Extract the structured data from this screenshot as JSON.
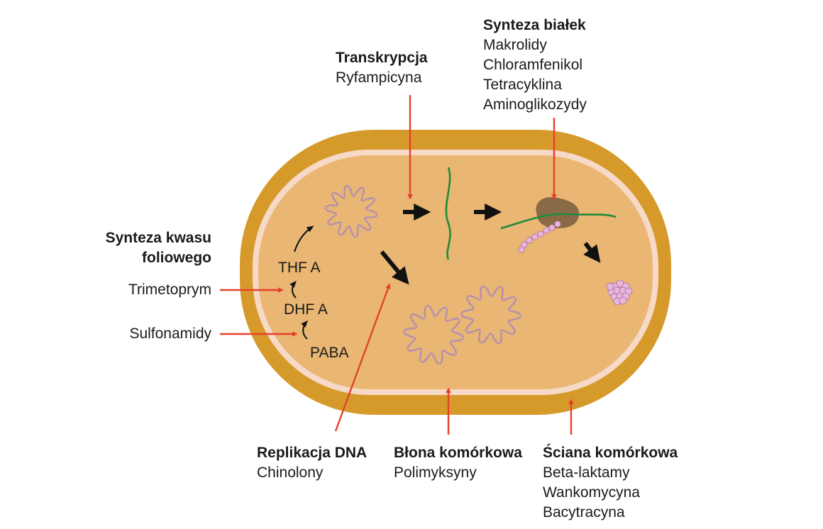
{
  "colors": {
    "cell_wall": "#d69a2b",
    "membrane": "#f6d9c6",
    "cytoplasm": "#e9b673",
    "inhibitor_arrow": "#e5402a",
    "process_arrow": "#111111",
    "dna": "#b58fb0",
    "mrna": "#1f8a3c",
    "ribosome": "#8a6a46",
    "protein": "#e7b6dc"
  },
  "icons": [
    "plasmid-dna-icon",
    "mrna-icon",
    "ribosome-icon",
    "protein-chain-icon",
    "protein-cluster-icon"
  ],
  "groups": {
    "transcription": {
      "title": "Transkrypcja",
      "items": [
        "Ryfampicyna"
      ]
    },
    "protein_synthesis": {
      "title": "Synteza białek",
      "items": [
        "Makrolidy",
        "Chloramfenikol",
        "Tetracyklina",
        "Aminoglikozydy"
      ]
    },
    "folate": {
      "title_line1": "Synteza kwasu",
      "title_line2": "foliowego"
    },
    "folate_inhibitors": {
      "trimethoprim": "Trimetoprym",
      "sulfonamides": "Sulfonamidy"
    },
    "dna_replication": {
      "title": "Replikacja DNA",
      "items": [
        "Chinolony"
      ]
    },
    "cell_membrane": {
      "title": "Błona komórkowa",
      "items": [
        "Polimyksyny"
      ]
    },
    "cell_wall": {
      "title": "Ściana komórkowa",
      "items": [
        "Beta-laktamy",
        "Wankomycyna",
        "Bacytracyna"
      ]
    }
  },
  "pathway": {
    "thf": "THF A",
    "dhf": "DHF A",
    "paba": "PABA"
  }
}
